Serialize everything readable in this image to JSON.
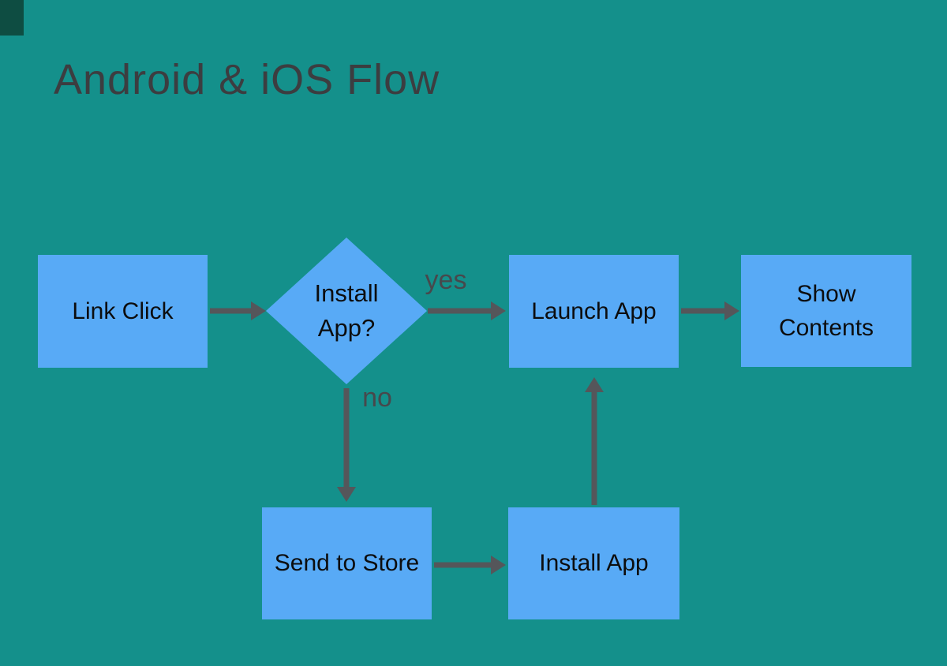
{
  "title": "Android & iOS Flow",
  "colors": {
    "background": "#14908B",
    "corner_mark": "#0E4D42",
    "node_fill": "#58AAF6",
    "node_text": "#0C0D0E",
    "arrow": "#55565A",
    "title_text": "#3C3D40",
    "edge_label_text": "#47484C"
  },
  "diagram": {
    "nodes": [
      {
        "id": "link-click",
        "shape": "rect",
        "label": "Link Click"
      },
      {
        "id": "install-app-decision",
        "shape": "diamond",
        "label": "Install App?"
      },
      {
        "id": "launch-app",
        "shape": "rect",
        "label": "Launch App"
      },
      {
        "id": "show-contents",
        "shape": "rect",
        "label": "Show Contents"
      },
      {
        "id": "send-to-store",
        "shape": "rect",
        "label": "Send to Store"
      },
      {
        "id": "install-app",
        "shape": "rect",
        "label": "Install App"
      }
    ],
    "edges": [
      {
        "from": "link-click",
        "to": "install-app-decision",
        "label": ""
      },
      {
        "from": "install-app-decision",
        "to": "launch-app",
        "label": "yes"
      },
      {
        "from": "launch-app",
        "to": "show-contents",
        "label": ""
      },
      {
        "from": "install-app-decision",
        "to": "send-to-store",
        "label": "no"
      },
      {
        "from": "send-to-store",
        "to": "install-app",
        "label": ""
      },
      {
        "from": "install-app",
        "to": "launch-app",
        "label": ""
      }
    ]
  }
}
